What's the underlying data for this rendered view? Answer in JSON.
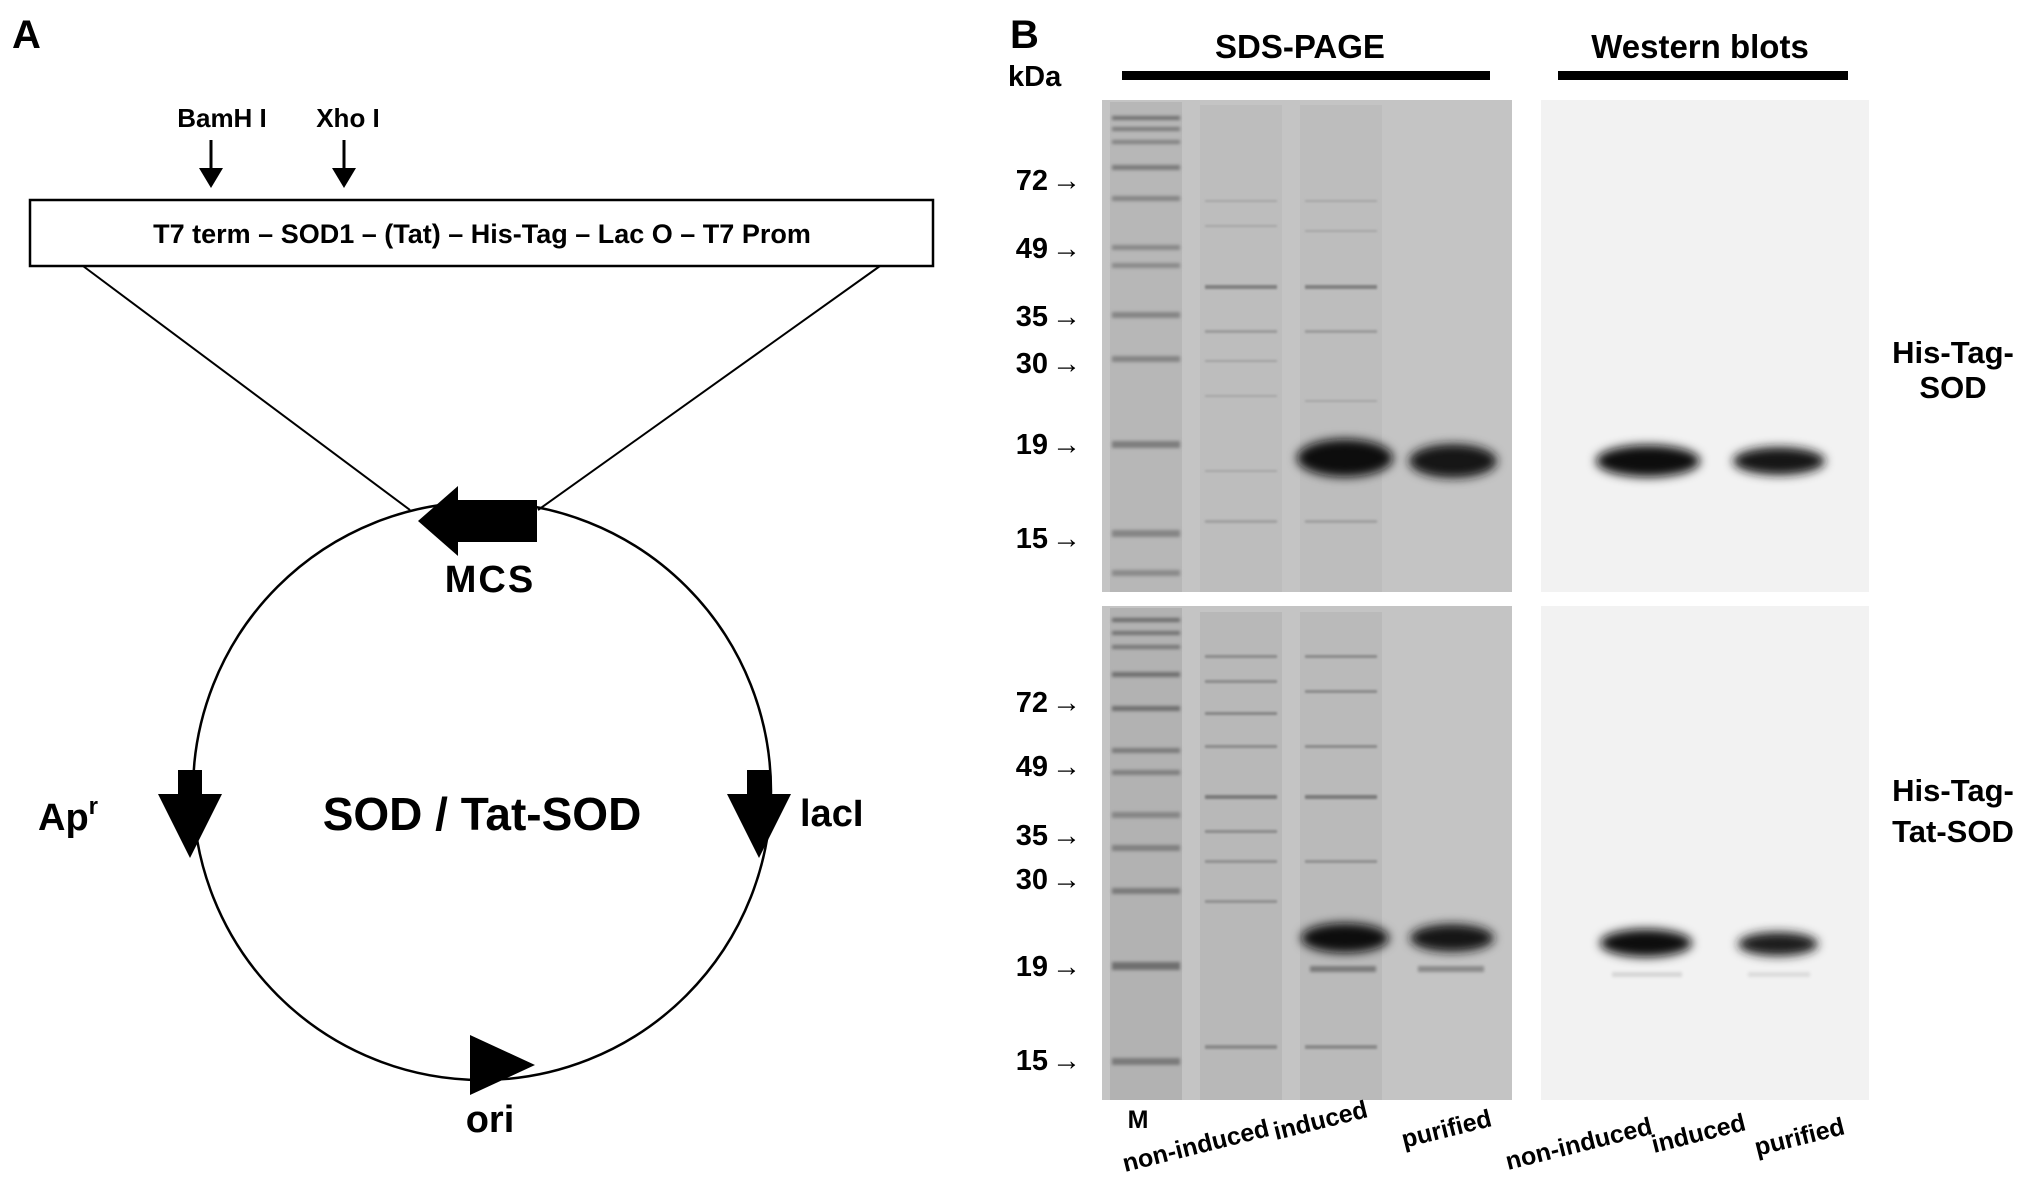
{
  "panel_a": {
    "letter": "A",
    "sites": [
      {
        "name": "BamH I"
      },
      {
        "name": "Xho I"
      }
    ],
    "construct": "T7 term –  SOD1  – (Tat) – His-Tag – Lac O – T7 Prom",
    "plasmid_name": "SOD / Tat-SOD",
    "features": {
      "mcs": "MCS",
      "apr": "Ap",
      "apr_sup": "r",
      "laci": "lacI",
      "ori": "ori"
    }
  },
  "panel_b": {
    "letter": "B",
    "unit": "kDa",
    "sds_header": "SDS-PAGE",
    "western_header": "Western blots",
    "markers_top": [
      "72",
      "49",
      "35",
      "30",
      "19",
      "15"
    ],
    "markers_bottom": [
      "72",
      "49",
      "35",
      "30",
      "19",
      "15"
    ],
    "arrow": "→",
    "row_labels": {
      "top": [
        "His-Tag-",
        "SOD"
      ],
      "bottom": [
        "His-Tag-",
        "Tat-SOD"
      ]
    },
    "lanes": {
      "m": "M",
      "sds": [
        "non-induced",
        "induced",
        "purified"
      ],
      "western": [
        "non-induced",
        "induced",
        "purified"
      ]
    }
  }
}
